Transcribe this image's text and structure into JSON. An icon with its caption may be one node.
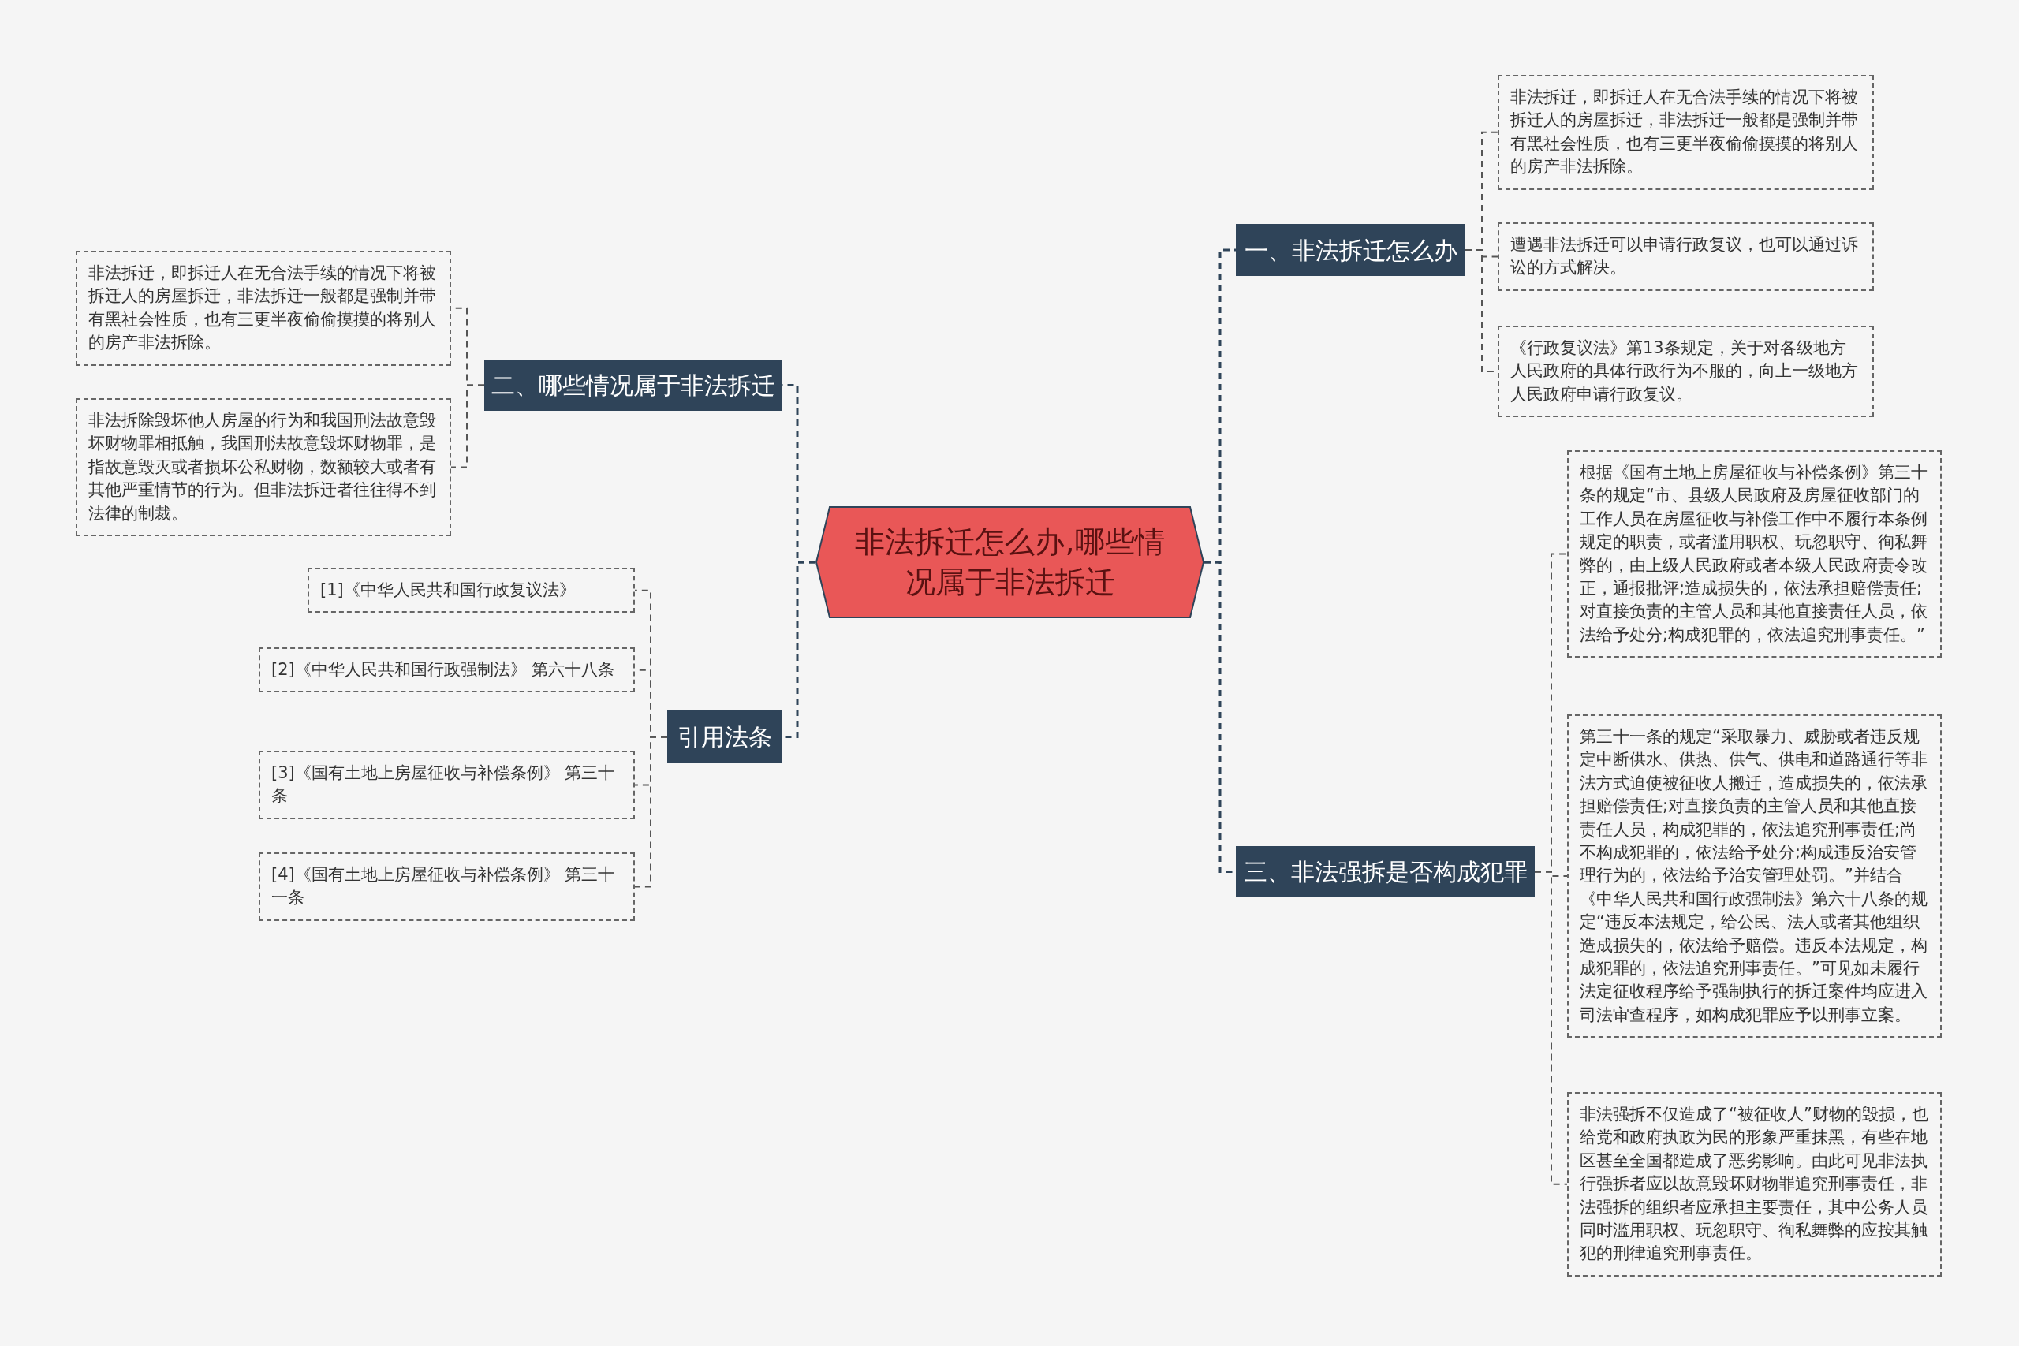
{
  "diagram": {
    "nodes": [
      {
        "text": [
          "非法拆迁怎么办,哪些情况属于非法拆迁"
        ]
      },
      {
        "text": [
          "一、非法拆迁怎么办"
        ]
      },
      {
        "text": [
          "非法拆迁，即拆迁人在无合法手续的情况下将被拆迁人的房屋拆迁，非法拆迁一般都是强制并带有黑社会性质，也有三更半夜偷偷摸摸的将别人的房产非法拆除。"
        ]
      },
      {
        "text": [
          "遭遇非法拆迁可以申请行政复议，也可以通过诉讼的方式解决。"
        ]
      },
      {
        "text": [
          "《行政复议法》第13条规定，关于对各级地方人民政府的具体行政行为不服的，向上一级地方人民政府申请行政复议。"
        ]
      },
      {
        "text": [
          "二、哪些情况属于非法拆迁"
        ]
      },
      {
        "text": [
          "非法拆迁，即拆迁人在无合法手续的情况下将被拆迁人的房屋拆迁，非法拆迁一般都是强制并带有黑社会性质，也有三更半夜偷偷摸摸的将别人的房产非法拆除。"
        ]
      },
      {
        "text": [
          "非法拆除毁坏他人房屋的行为和我国刑法故意毁坏财物罪相抵触，我国刑法故意毁坏财物罪，是指故意毁灭或者损坏公私财物，数额较大或者有其他严重情节的行为。但非法拆迁者往往得不到法律的制裁。"
        ]
      },
      {
        "text": [
          "三、非法强拆是否构成犯罪"
        ]
      },
      {
        "text": [
          "根据《国有土地上房屋征收与补偿条例》第三十条的规定“市、县级人民政府及房屋征收部门的工作人员在房屋征收与补偿工作中不履行本条例规定的职责，或者滥用职权、玩忽职守、徇私舞弊的，由上级人民政府或者本级人民政府责令改正，通报批评;造成损失的，依法承担赔偿责任;对直接负责的主管人员和其他直接责任人员，依法给予处分;构成犯罪的，依法追究刑事责任。”"
        ]
      },
      {
        "text": [
          "第三十一条的规定“采取暴力、威胁或者违反规定中断供水、供热、供气、供电和道路通行等非法方式迫使被征收人搬迁，造成损失的，依法承担赔偿责任;对直接负责的主管人员和其他直接责任人员，构成犯罪的，依法追究刑事责任;尚不构成犯罪的，依法给予处分;构成违反治安管理行为的，依法给予治安管理处罚。”并结合《中华人民共和国行政强制法》第六十八条的规定“违反本法规定，给公民、法人或者其他组织造成损失的，依法给予赔偿。违反本法规定，构成犯罪的，依法追究刑事责任。”可见如未履行法定征收程序给予强制执行的拆迁案件均应进入司法审查程序，如构成犯罪应予以刑事立案。"
        ]
      },
      {
        "text": [
          "非法强拆不仅造成了“被征收人”财物的毁损，也给党和政府执政为民的形象严重抹黑，有些在地区甚至全国都造成了恶劣影响。由此可见非法执行强拆者应以故意毁坏财物罪追究刑事责任，非法强拆的组织者应承担主要责任，其中公务人员同时滥用职权、玩忽职守、徇私舞弊的应按其触犯的刑律追究刑事责任。"
        ]
      },
      {
        "text": [
          "引用法条"
        ]
      },
      {
        "text": [
          "[1]《中华人民共和国行政复议法》"
        ]
      },
      {
        "text": [
          "[2]《中华人民共和国行政强制法》 第六十八条"
        ]
      },
      {
        "text": [
          "[3]《国有土地上房屋征收与补偿条例》 第三十条"
        ]
      },
      {
        "text": [
          "[4]《国有土地上房屋征收与补偿条例》 第三十一条"
        ]
      }
    ],
    "edges": [
      {
        "from": 0,
        "to": 1,
        "arrow": "none",
        "style": "dashed",
        "color": "#2f4459"
      },
      {
        "from": 1,
        "to": 2,
        "arrow": "none",
        "style": "dashed"
      },
      {
        "from": 1,
        "to": 3,
        "arrow": "none",
        "style": "dashed"
      },
      {
        "from": 1,
        "to": 4,
        "arrow": "none",
        "style": "dashed"
      },
      {
        "from": 0,
        "to": 5,
        "arrow": "none",
        "style": "dashed",
        "color": "#2f4459"
      },
      {
        "from": 5,
        "to": 6,
        "arrow": "none",
        "style": "dashed"
      },
      {
        "from": 5,
        "to": 7,
        "arrow": "none",
        "style": "dashed"
      },
      {
        "from": 0,
        "to": 8,
        "arrow": "none",
        "style": "dashed",
        "color": "#2f4459"
      },
      {
        "from": 8,
        "to": 9,
        "arrow": "none",
        "style": "dashed"
      },
      {
        "from": 8,
        "to": 10,
        "arrow": "none",
        "style": "dashed"
      },
      {
        "from": 8,
        "to": 11,
        "arrow": "none",
        "style": "dashed"
      },
      {
        "from": 0,
        "to": 12,
        "arrow": "none",
        "style": "dashed",
        "color": "#2f4459"
      },
      {
        "from": 12,
        "to": 13,
        "arrow": "none",
        "style": "dashed"
      },
      {
        "from": 12,
        "to": 14,
        "arrow": "none",
        "style": "dashed"
      },
      {
        "from": 12,
        "to": 15,
        "arrow": "none",
        "style": "dashed"
      },
      {
        "from": 12,
        "to": 16,
        "arrow": "none",
        "style": "dashed"
      }
    ]
  }
}
